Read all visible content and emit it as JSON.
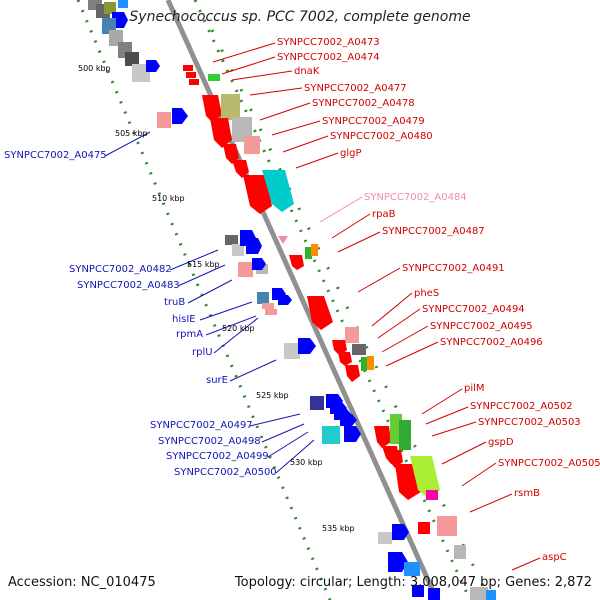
{
  "header": {
    "title": "Synechococcus sp. PCC 7002, complete genome"
  },
  "footer": {
    "accession": "Accession: NC_010475",
    "summary": "Topology: circular; Length: 3,008,047 bp; Genes: 2,872"
  },
  "colors": {
    "forward_strand_genes": "#ff0000",
    "reverse_strand_genes": "#0000ff",
    "backbone": "#909090",
    "tick_marks": "#2a8a2a",
    "label_red": "#d40000",
    "label_blue": "#1414b4",
    "label_pink": "#f08ab8"
  },
  "scale_ticks": [
    {
      "label": "500 kbp"
    },
    {
      "label": "505 kbp"
    },
    {
      "label": "510 kbp"
    },
    {
      "label": "515 kbp"
    },
    {
      "label": "520 kbp"
    },
    {
      "label": "525 kbp"
    },
    {
      "label": "530 kbp"
    },
    {
      "label": "535 kbp"
    }
  ],
  "right_labels": [
    {
      "text": "SYNPCC7002_A0473",
      "color": "red"
    },
    {
      "text": "SYNPCC7002_A0474",
      "color": "red"
    },
    {
      "text": "dnaK",
      "color": "red"
    },
    {
      "text": "SYNPCC7002_A0477",
      "color": "red"
    },
    {
      "text": "SYNPCC7002_A0478",
      "color": "red"
    },
    {
      "text": "SYNPCC7002_A0479",
      "color": "red"
    },
    {
      "text": "SYNPCC7002_A0480",
      "color": "red"
    },
    {
      "text": "glgP",
      "color": "red"
    },
    {
      "text": "SYNPCC7002_A0484",
      "color": "pink"
    },
    {
      "text": "rpaB",
      "color": "red"
    },
    {
      "text": "SYNPCC7002_A0487",
      "color": "red"
    },
    {
      "text": "SYNPCC7002_A0491",
      "color": "red"
    },
    {
      "text": "pheS",
      "color": "red"
    },
    {
      "text": "SYNPCC7002_A0494",
      "color": "red"
    },
    {
      "text": "SYNPCC7002_A0495",
      "color": "red"
    },
    {
      "text": "SYNPCC7002_A0496",
      "color": "red"
    },
    {
      "text": "pilM",
      "color": "red"
    },
    {
      "text": "SYNPCC7002_A0502",
      "color": "red"
    },
    {
      "text": "SYNPCC7002_A0503",
      "color": "red"
    },
    {
      "text": "gspD",
      "color": "red"
    },
    {
      "text": "SYNPCC7002_A0505",
      "color": "red"
    },
    {
      "text": "rsmB",
      "color": "red"
    },
    {
      "text": "aspC",
      "color": "red"
    }
  ],
  "left_labels": [
    {
      "text": "SYNPCC7002_A0475",
      "color": "blue"
    },
    {
      "text": "SYNPCC7002_A0482",
      "color": "blue"
    },
    {
      "text": "SYNPCC7002_A0483",
      "color": "blue"
    },
    {
      "text": "truB",
      "color": "blue"
    },
    {
      "text": "hisIE",
      "color": "blue"
    },
    {
      "text": "rpmA",
      "color": "blue"
    },
    {
      "text": "rplU",
      "color": "blue"
    },
    {
      "text": "surE",
      "color": "blue"
    },
    {
      "text": "SYNPCC7002_A0497",
      "color": "blue"
    },
    {
      "text": "SYNPCC7002_A0498",
      "color": "blue"
    },
    {
      "text": "SYNPCC7002_A0499",
      "color": "blue"
    },
    {
      "text": "SYNPCC7002_A0500",
      "color": "blue"
    }
  ]
}
